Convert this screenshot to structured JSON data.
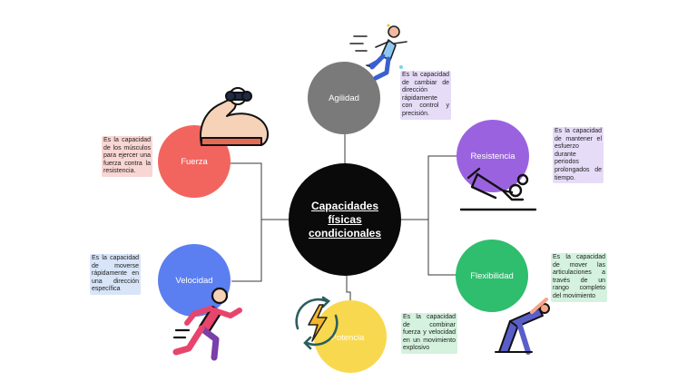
{
  "center": {
    "title": "Capacidades físicas condicionales"
  },
  "nodes": {
    "agilidad": {
      "label": "Agilidad",
      "color": "#7a7a7a",
      "note": "Es la capacidad de cambiar de dirección rápidamente con control y precisión.",
      "note_color": "#e6dcf7"
    },
    "fuerza": {
      "label": "Fuerza",
      "color": "#f2655f",
      "note": "Es la capacidad de los músculos para ejercer una fuerza contra la resistencia.",
      "note_color": "#f9d6d3"
    },
    "resistencia": {
      "label": "Resistencia",
      "color": "#9b62e0",
      "note": "Es la capacidad de mantener el esfuerzo durante periodos prolongados de tiempo.",
      "note_color": "#e6dcf7"
    },
    "velocidad": {
      "label": "Velocidad",
      "color": "#5b7ff0",
      "note": "Es la capacidad de moverse rápidamente en una dirección específica",
      "note_color": "#d8e4f8"
    },
    "flexibilidad": {
      "label": "Flexibilidad",
      "color": "#2fbd6e",
      "note": "Es la capacidad de mover las articulaciones a través de un rango completo del movimiento",
      "note_color": "#d4f2de"
    },
    "potencia": {
      "label": "Potencia",
      "color": "#f8d84e",
      "note": "Es la capacidad de combinar fuerza y velocidad en un movimiento explosivo",
      "note_color": "#d4f2de"
    }
  },
  "icons": [
    "running-agility-icon",
    "flexed-bicep-icon",
    "rowing-machine-icon",
    "sprinter-icon",
    "yoga-stretch-icon",
    "lightning-cycle-icon"
  ]
}
